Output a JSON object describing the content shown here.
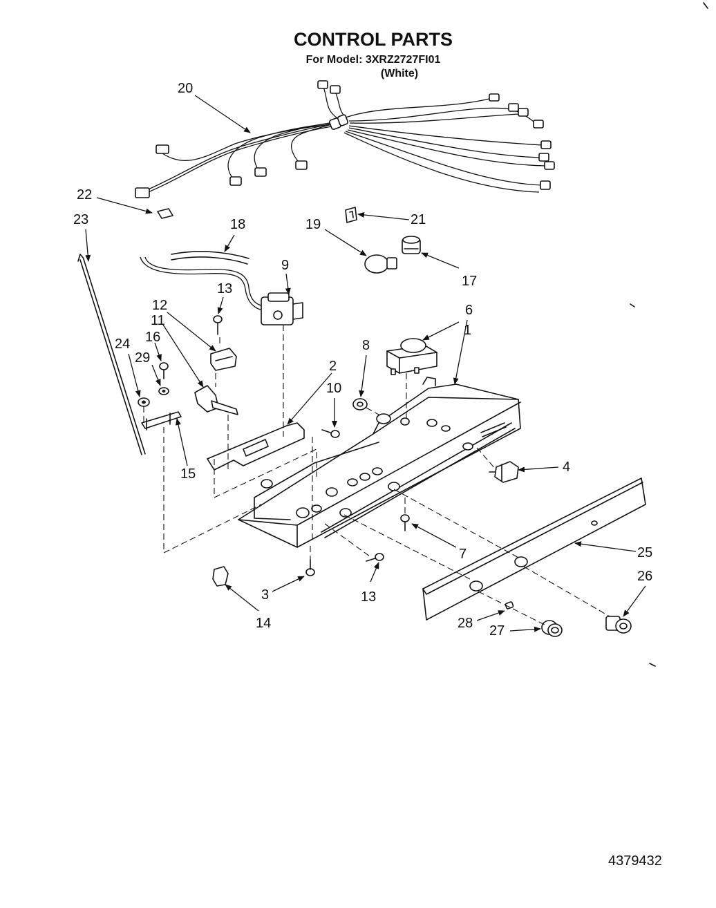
{
  "header": {
    "title": "CONTROL PARTS",
    "model_line": "For Model: 3XRZ2727FI01",
    "color_line": "(White)"
  },
  "callouts": [
    {
      "id": "c1",
      "label": "1"
    },
    {
      "id": "c2",
      "label": "2"
    },
    {
      "id": "c3",
      "label": "3"
    },
    {
      "id": "c4",
      "label": "4"
    },
    {
      "id": "c6",
      "label": "6"
    },
    {
      "id": "c7",
      "label": "7"
    },
    {
      "id": "c8",
      "label": "8"
    },
    {
      "id": "c9",
      "label": "9"
    },
    {
      "id": "c10",
      "label": "10"
    },
    {
      "id": "c11",
      "label": "11"
    },
    {
      "id": "c12",
      "label": "12"
    },
    {
      "id": "c13a",
      "label": "13"
    },
    {
      "id": "c13b",
      "label": "13"
    },
    {
      "id": "c14",
      "label": "14"
    },
    {
      "id": "c15",
      "label": "15"
    },
    {
      "id": "c16",
      "label": "16"
    },
    {
      "id": "c17",
      "label": "17"
    },
    {
      "id": "c18",
      "label": "18"
    },
    {
      "id": "c19",
      "label": "19"
    },
    {
      "id": "c20",
      "label": "20"
    },
    {
      "id": "c21",
      "label": "21"
    },
    {
      "id": "c22",
      "label": "22"
    },
    {
      "id": "c23",
      "label": "23"
    },
    {
      "id": "c24",
      "label": "24"
    },
    {
      "id": "c25",
      "label": "25"
    },
    {
      "id": "c26",
      "label": "26"
    },
    {
      "id": "c27",
      "label": "27"
    },
    {
      "id": "c28",
      "label": "28"
    },
    {
      "id": "c29",
      "label": "29"
    }
  ],
  "footer": {
    "doc_number": "4379432"
  }
}
